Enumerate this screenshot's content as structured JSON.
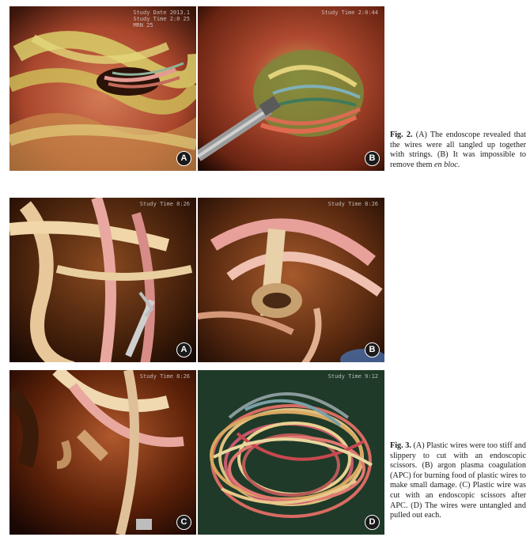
{
  "fig2": {
    "panels": [
      {
        "letter": "A",
        "overlay": "Study Date 2013.1\nStudy Time 2:0 25\nMRN 25"
      },
      {
        "letter": "B",
        "overlay": "Study Time 2:0:44"
      }
    ],
    "caption": {
      "label": "Fig. 2.",
      "text_before": " (A) The endoscope revealed that the wires were all tangled up together with strings. (B) It was impossible to remove them ",
      "italic": "en bloc",
      "text_after": "."
    }
  },
  "fig3": {
    "panels": [
      {
        "letter": "A",
        "overlay": "Study Time 8:26"
      },
      {
        "letter": "B",
        "overlay": "Study Time 8:26"
      },
      {
        "letter": "C",
        "overlay": "Study Time 8:26"
      },
      {
        "letter": "D",
        "overlay": "Study Time 9:12"
      }
    ],
    "caption": {
      "label": "Fig. 3.",
      "text": " (A) Plastic wires were too stiff and slippery to cut with an endoscopic scissors. (B) argon plasma coagulation (APC) for burning food of plastic wires to make small damage. (C) Plastic wire was cut with an endoscopic scissors after APC. (D) The wires were untangled and pulled out each."
    }
  },
  "colors": {
    "mucosa": "#b8523a",
    "dark_lumen": "#2a1208",
    "yellow_wire": "#d9c26a",
    "pink_wire": "#e49a92",
    "green_bg": "#1f3a28",
    "badge": "#1a1a1a"
  }
}
